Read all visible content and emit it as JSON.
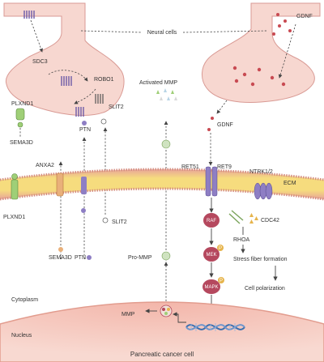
{
  "labels": {
    "neural_cells": "Neural cells",
    "gdnf_top": "GDNF",
    "gdnf_mid": "GDNF",
    "sdc3": "SDC3",
    "robo1": "ROBO1",
    "plxnd1_top": "PLXND1",
    "plxnd1_bottom": "PLXND1",
    "ptn_top": "PTN",
    "ptn_bottom": "PTN",
    "slit2_top": "SLIT2",
    "slit2_bottom": "SLIT2",
    "sema3d_top": "SEMA3D",
    "sema3d_bottom": "SEMA3D",
    "anxa2": "ANXA2",
    "activated_mmp": "Activated MMP",
    "pro_mmp": "Pro-MMP",
    "mmp": "MMP",
    "ret51": "RET51",
    "ret9": "RET9",
    "ntrk": "NTRK1/2",
    "ecm": "ECM",
    "raf": "RAF",
    "mek": "MEK",
    "mapk": "MAPK",
    "phospho": "P",
    "cdc42": "CDC42",
    "rhoa": "RHOA",
    "stress_fiber": "Stress fiber formation",
    "cell_polarization": "Cell polarization",
    "cytoplasm": "Cytoplasm",
    "nucleus": "Nucleus",
    "caption": "Pancreatic cancer cell"
  },
  "colors": {
    "neural_cell_fill": "#f7d7d0",
    "neural_cell_stroke": "#d99a94",
    "membrane_head": "#e8a89c",
    "membrane_core": "#f4d46a",
    "nucleus_fill": "#f5c1b6",
    "kinase": "#b5485e",
    "phospho": "#e6b44c",
    "gdnf_dot": "#c84a52",
    "receptor_purple": "#6d5ba7",
    "green": "#9fcf77"
  }
}
